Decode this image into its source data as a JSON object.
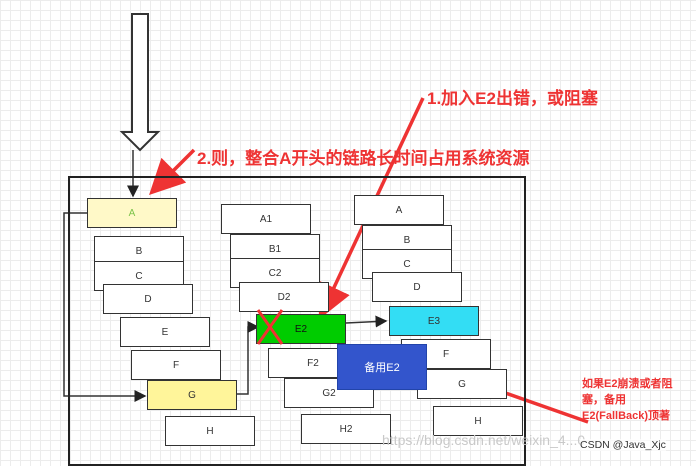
{
  "annotations": {
    "note1": "1.加入E2出错，或阻塞",
    "note2": "2.则，整合A开头的链路长时间占用系统资源",
    "side_note": "如果E2崩溃或者阻塞，备用E2(FallBack)顶著"
  },
  "column1": {
    "boxes": [
      "A",
      "B",
      "C",
      "D",
      "E",
      "F",
      "G",
      "H"
    ]
  },
  "column2": {
    "boxes": [
      "A1",
      "B1",
      "C2",
      "D2",
      "E2",
      "F2",
      "G2",
      "H2"
    ]
  },
  "column3": {
    "boxes": [
      "A",
      "B",
      "C",
      "D",
      "E3",
      "F",
      "G",
      "H"
    ]
  },
  "fallback": "备用E2",
  "watermark": "https://blog.csdn.net/weixin_4...0",
  "csdn_tag": "CSDN @Java_Xjc",
  "colors": {
    "red": "#ee3333",
    "green": "#00cc00",
    "cyan": "#33ddf4",
    "blue": "#3355cc",
    "yellow": "#fff59a"
  }
}
